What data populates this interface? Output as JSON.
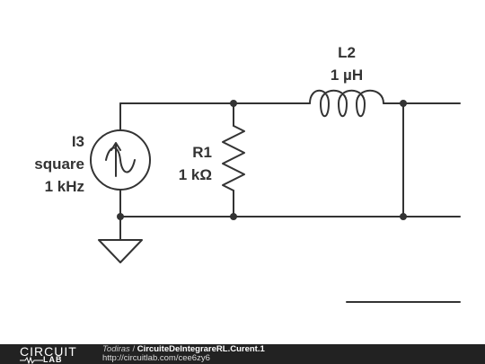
{
  "components": {
    "source": {
      "name": "I3",
      "type": "square",
      "freq": "1 kHz"
    },
    "resistor": {
      "name": "R1",
      "value": "1 kΩ"
    },
    "inductor": {
      "name": "L2",
      "value": "1 µH"
    }
  },
  "footer": {
    "logo_top": "CIRCUIT",
    "logo_bottom": "LAB",
    "author": "Todiras",
    "separator": " / ",
    "title": "CircuiteDeIntegrareRL.Curent.1",
    "url": "http://circuitlab.com/cee6zy6"
  },
  "colors": {
    "wire": "#333333",
    "background": "#ffffff",
    "footer_bg": "#222222"
  }
}
